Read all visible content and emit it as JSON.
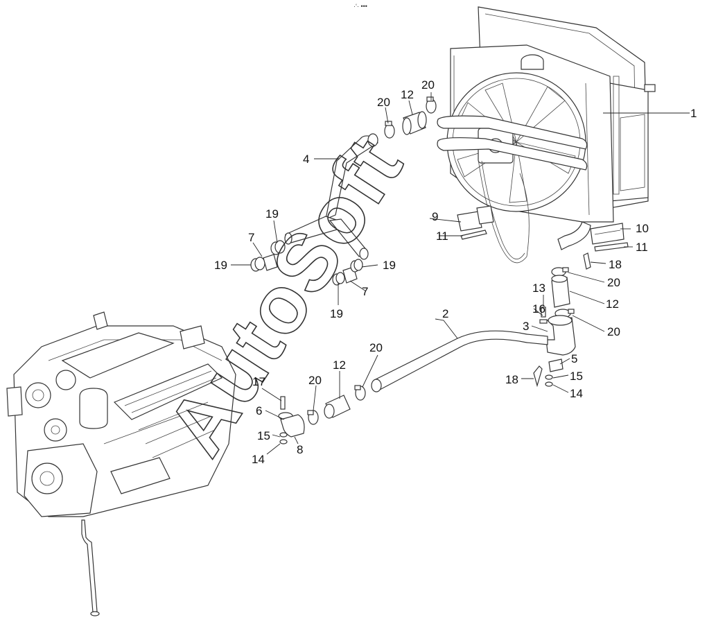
{
  "watermark": "AutoSoft",
  "top_mark": "·‘· •••",
  "callouts": {
    "p1": "1",
    "p2": "2",
    "p3": "3",
    "p4": "4",
    "p5": "5",
    "p6": "6",
    "p7a": "7",
    "p7b": "7",
    "p8": "8",
    "p9": "9",
    "p10": "10",
    "p11a": "11",
    "p11b": "11",
    "p12a": "12",
    "p12b": "12",
    "p12c": "12",
    "p13": "13",
    "p14a": "14",
    "p14b": "14",
    "p15a": "15",
    "p15b": "15",
    "p16": "16",
    "p17": "17",
    "p18a": "18",
    "p18b": "18",
    "p19a": "19",
    "p19b": "19",
    "p19c": "19",
    "p19d": "19",
    "p20a": "20",
    "p20b": "20",
    "p20c": "20",
    "p20d": "20",
    "p20e": "20",
    "p20f": "20"
  }
}
